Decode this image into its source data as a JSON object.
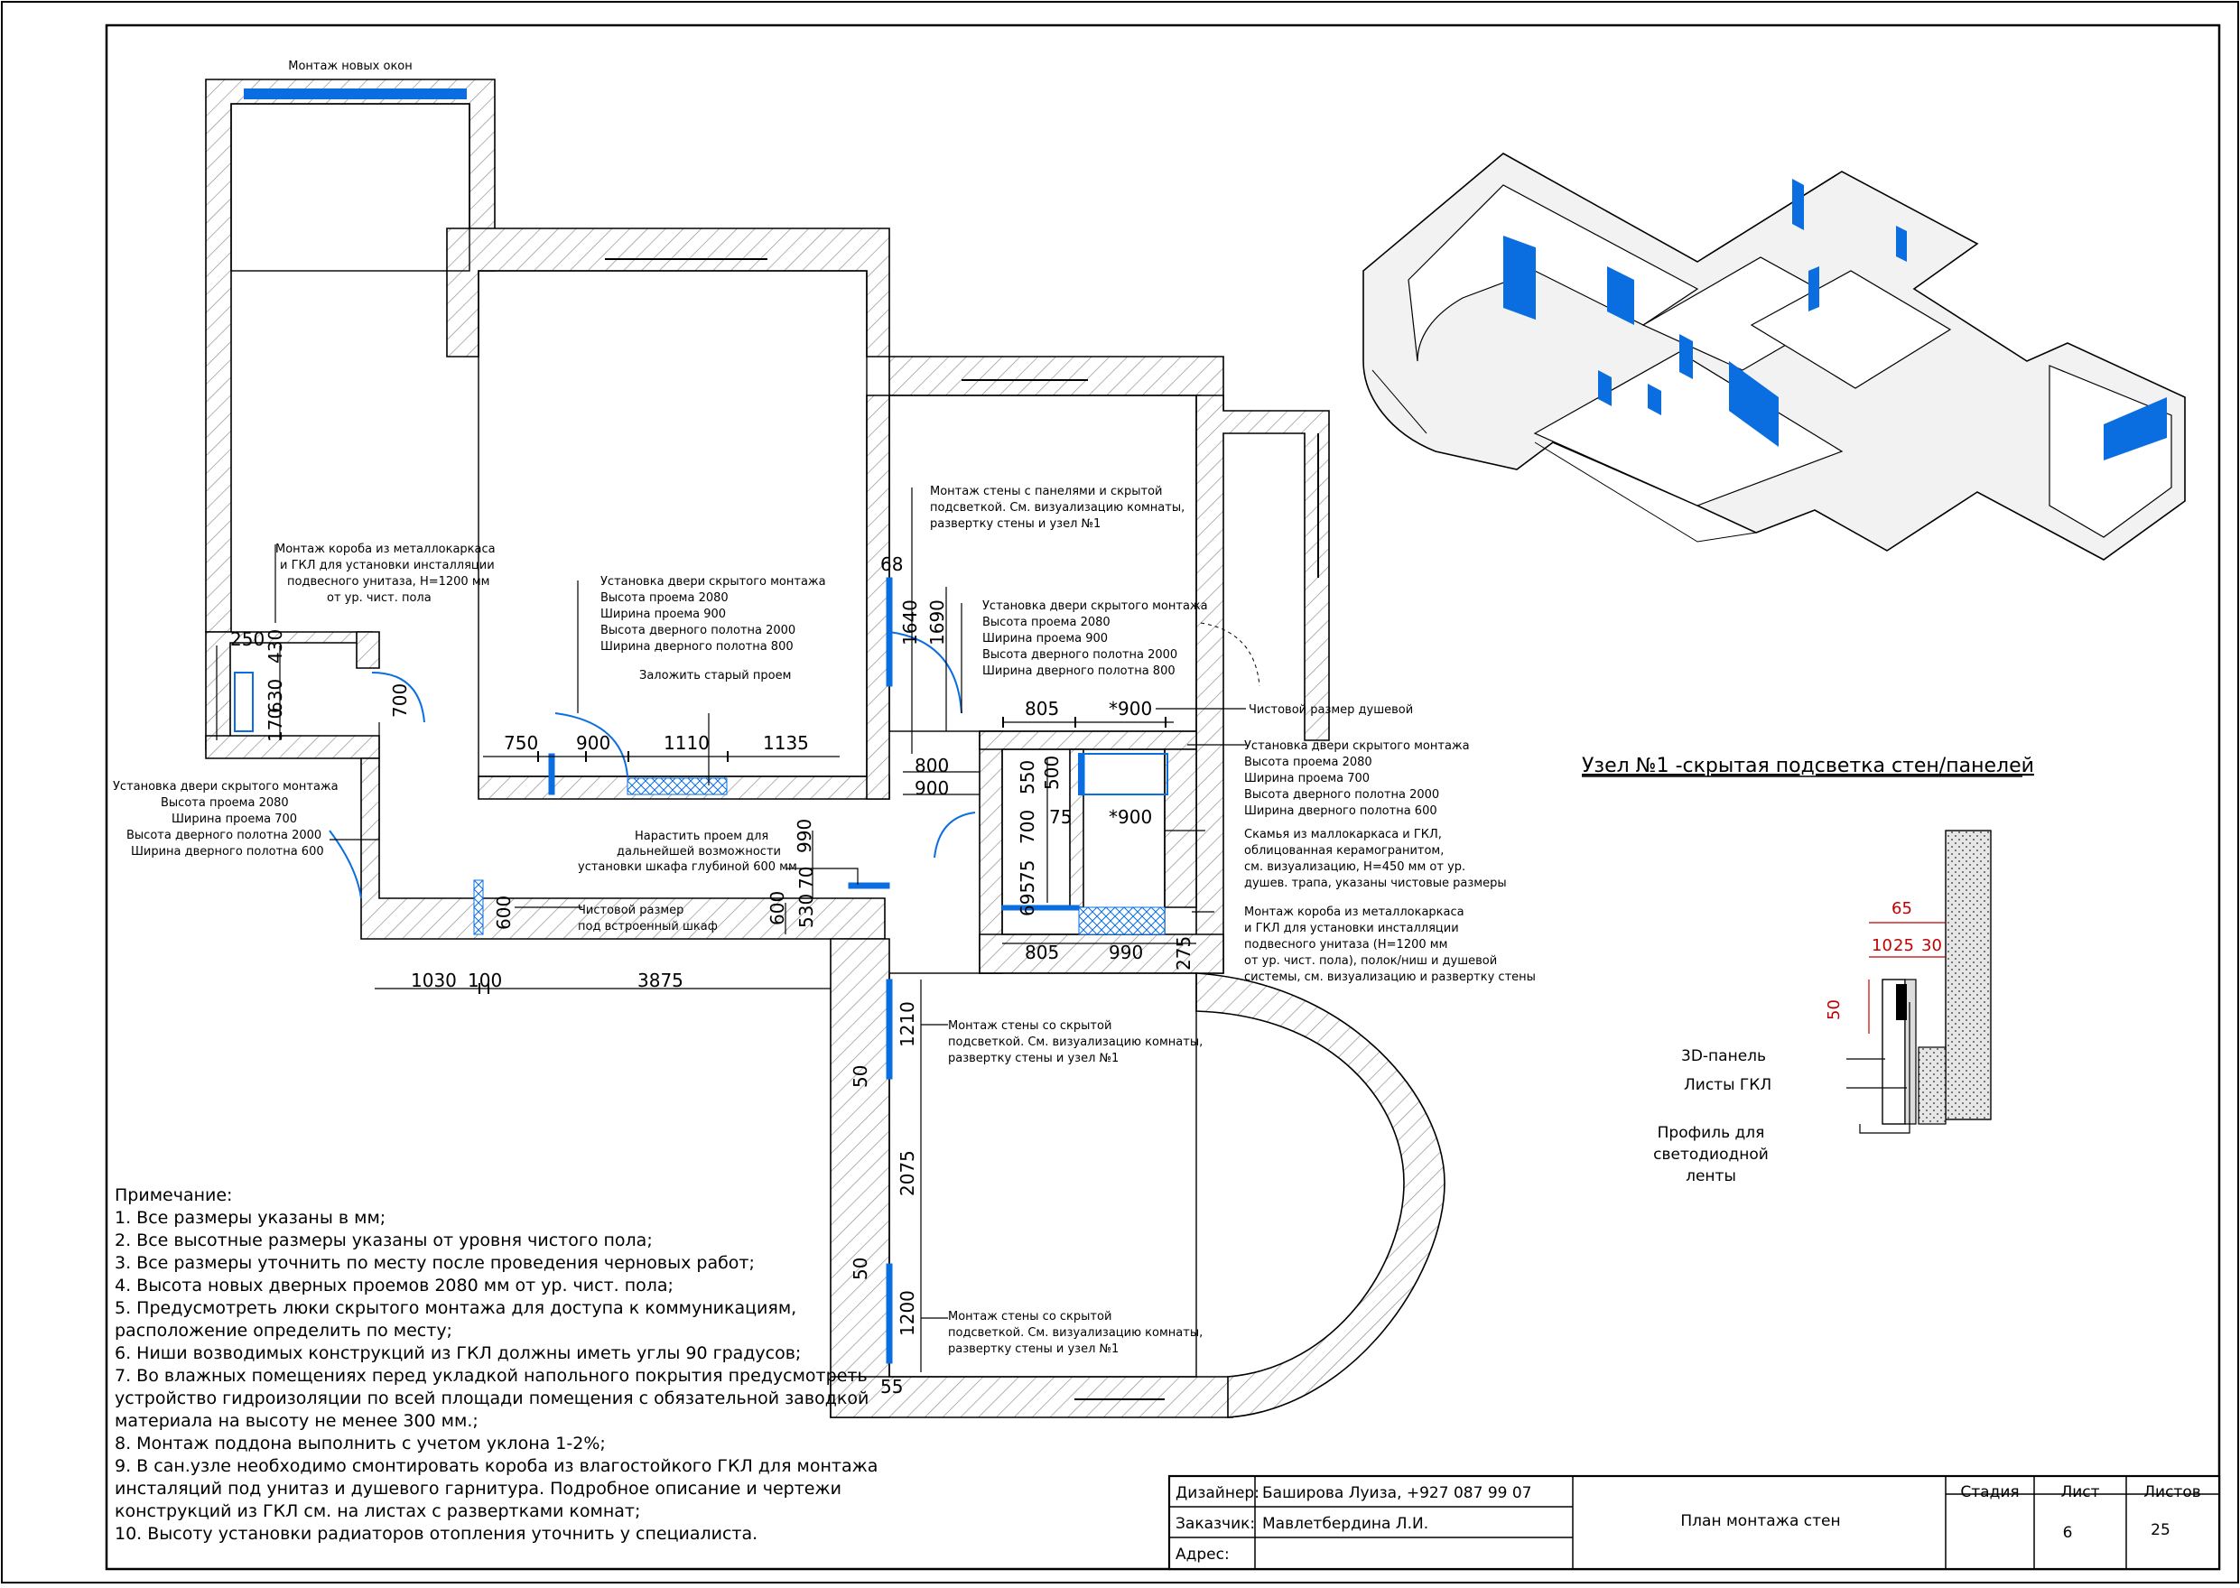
{
  "labels": {
    "windows": "Монтаж новых окон",
    "ann_box_wc": [
      "Монтаж короба из металлокаркаса",
      "и ГКЛ для установки инсталляции",
      "подвесного унитаза, H=1200 мм",
      "от ур. чист. пола"
    ],
    "ann_door_left": [
      "Установка двери скрытого монтажа",
      "Высота проема 2080",
      "Ширина проема 700",
      "Высота дверного полотна 2000",
      "Ширина дверного полотна 600"
    ],
    "ann_door_center": [
      "Установка двери скрытого монтажа",
      "Высота проема 2080",
      "Ширина проема 900",
      "Высота дверного полотна 2000",
      "Ширина дверного полотна 800"
    ],
    "ann_close": "Заложить старый проем",
    "ann_wall_panels": [
      "Монтаж стены с панелями и скрытой",
      "подсветкой. См. визуализацию комнаты,",
      "развертку стены и узел №1"
    ],
    "ann_door_right": [
      "Установка двери скрытого монтажа",
      "Высота проема 2080",
      "Ширина проема 900",
      "Высота дверного полотна 2000",
      "Ширина дверного полотна 800"
    ],
    "ann_shower_size": "Чистовой размер душевой",
    "ann_door_bath": [
      "Установка двери скрытого монтажа",
      "Высота проема 2080",
      "Ширина проема 700",
      "Высота дверного полотна 2000",
      "Ширина дверного полотна 600"
    ],
    "ann_bench": [
      "Скамья из маллокаркаса и ГКЛ,",
      "облицованная керамогранитом,",
      "см. визуализацию, H=450 мм от ур.",
      "душев. трапа, указаны чистовые размеры"
    ],
    "ann_box_bath": [
      "Монтаж короба из металлокаркаса",
      "и ГКЛ для установки инсталляции",
      "подвесного унитаза (H=1200 мм",
      "от ур. чист. пола), полок/ниш и душевой",
      "системы, см. визуализацию и развертку стены"
    ],
    "ann_opening": [
      "Нарастить проем для",
      "дальнейшей возможности",
      "установки шкафа глубиной 600 мм"
    ],
    "ann_wardrobe": [
      "Чистовой размер",
      "под встроенный шкаф"
    ],
    "ann_wall_light1": [
      "Монтаж стены со скрытой",
      "подсветкой. См. визуализацию комнаты,",
      "развертку стены и узел №1"
    ],
    "ann_wall_light2": [
      "Монтаж стены со скрытой",
      "подсветкой. См. визуализацию комнаты,",
      "развертку стены и узел №1"
    ]
  },
  "dims": {
    "d750": "750",
    "d900a": "900",
    "d1110": "1110",
    "d1135": "1135",
    "d250": "250",
    "d430": "430",
    "d630": "630",
    "d170": "170",
    "d700a": "700",
    "d68": "68",
    "d1640": "1640",
    "d1690": "1690",
    "d805a": "805",
    "d900s": "*900",
    "d800": "800",
    "d900b": "900",
    "d550": "550",
    "d500": "500",
    "d75a": "75",
    "d900s2": "*900",
    "d700b": "700",
    "d75b": "75",
    "d695": "695",
    "d805b": "805",
    "d990a": "990",
    "d275": "275",
    "d990b": "990",
    "d600a": "600",
    "d530": "530",
    "d70": "70",
    "d600b": "600",
    "d1030": "1030",
    "d100": "100",
    "d3875": "3875",
    "d1210": "1210",
    "d50a": "50",
    "d2075": "2075",
    "d50b": "50",
    "d1200": "1200",
    "d55": "55"
  },
  "detail": {
    "title": "Узел №1 -скрытая подсветка стен/панелей",
    "d65": "65",
    "d10": "10",
    "d25": "25",
    "d30": "30",
    "d50": "50",
    "panel": "3D-панель",
    "gkl": "Листы ГКЛ",
    "profile": [
      "Профиль для",
      "светодиодной",
      "ленты"
    ]
  },
  "notes": [
    "Примечание:",
    "1. Все размеры указаны в мм;",
    "2. Все высотные размеры указаны от уровня чистого пола;",
    "3. Все размеры уточнить по месту после проведения черновых работ;",
    "4. Высота новых дверных проемов 2080 мм от ур. чист. пола;",
    "5. Предусмотреть люки скрытого монтажа для доступа к коммуникациям,",
    "расположение определить по месту;",
    "6. Ниши возводимых конструкций из ГКЛ должны иметь углы 90 градусов;",
    "7. Во влажных помещениях перед укладкой напольного покрытия предусмотреть",
    "устройство гидроизоляции по всей площади помещения с обязательной заводкой",
    "материала на высоту не менее 300 мм.;",
    "8. Монтаж поддона выполнить с учетом уклона 1-2%;",
    "9. В сан.узле необходимо смонтировать короба из влагостойкого ГКЛ для монтажа",
    "инсталяций под унитаз и душевого гарнитура. Подробное описание и чертежи",
    "конструкций из ГКЛ см. на листах с развертками комнат;",
    "10. Высоту установки радиаторов отопления уточнить у специалиста."
  ],
  "title_block": {
    "designer_label": "Дизайнер:",
    "designer": "Баширова Луиза, +927 087 99 07",
    "client_label": "Заказчик:",
    "client": "Мавлетбердина Л.И.",
    "address_label": "Адрес:",
    "address": "",
    "sheet_title": "План монтажа стен",
    "stage_label": "Стадия",
    "sheet_label": "Лист",
    "sheets_label": "Листов",
    "stage": "",
    "sheet": "6",
    "sheets": "25"
  },
  "colors": {
    "accent": "#0a6ee0",
    "line": "#000000",
    "hatch": "#777777",
    "red": "#c00000"
  }
}
